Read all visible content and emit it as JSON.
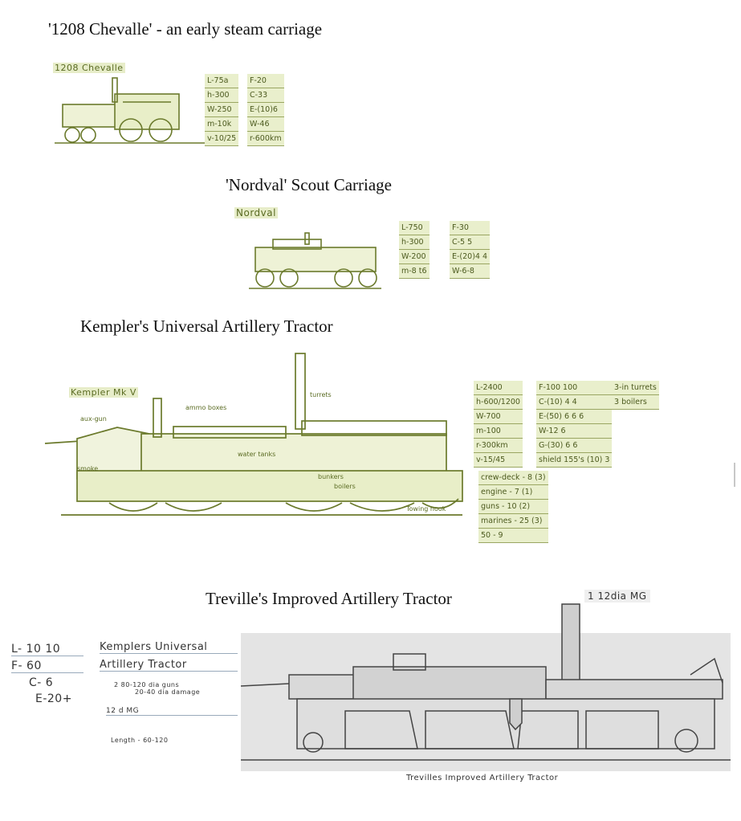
{
  "sections": [
    {
      "title": "'1208 Chevalle'  - an early steam carriage",
      "sketch_label": "1208 Chevalle",
      "specs_left": [
        "L-75a",
        "h-300",
        "W-250",
        "m-10k",
        "v-10/25"
      ],
      "specs_right": [
        "F-20",
        "C-33",
        "E-(10)6",
        "W-46",
        "r-600km"
      ]
    },
    {
      "title": "'Nordval' Scout Carriage",
      "sketch_label": "Nordval",
      "specs_left": [
        "L-750",
        "h-300",
        "W-200",
        "m-8 t6"
      ],
      "specs_right": [
        "F-30",
        "C-5 5",
        "E-(20)4 4",
        "W-6-8"
      ]
    },
    {
      "title": "Kempler's Universal Artillery Tractor",
      "sketch_label": "Kempler Mk V",
      "annotations": [
        "turrets",
        "ammo boxes",
        "water tanks",
        "smoke",
        "bunkers",
        "boilers",
        "Towing hook",
        "aux-gun"
      ],
      "specs_left": [
        "L-2400",
        "h-600/1200",
        "W-700",
        "m-100",
        "r-300km",
        "v-15/45"
      ],
      "specs_mid": [
        "F-100 100",
        "C-(10) 4 4",
        "E-(50) 6 6 6",
        "W-12 6",
        "G-(30) 6 6",
        "shield 155's (10) 3"
      ],
      "specs_far": [
        "3-in turrets",
        "3 boilers"
      ],
      "crew": [
        "crew-deck - 8 (3)",
        "engine - 7 (1)",
        "guns - 10 (2)",
        "marines - 25 (3)",
        "50 - 9"
      ]
    },
    {
      "title": "Treville's Improved Artillery Tractor",
      "top_note": "1  12dia MG",
      "notes_left": [
        "L- 10  10",
        "F- 60",
        "C- 6",
        "E-20+"
      ],
      "notes_card_title": [
        "Kemplers Universal",
        "Artillery Tractor"
      ],
      "notes_card_lines": [
        "2  80-120 dia guns",
        "20-40 dia damage",
        "12 d MG",
        "Length - 60-120"
      ],
      "caption": "Trevilles Improved Artillery Tractor"
    }
  ],
  "colors": {
    "sketch_green": "#6b7a2c",
    "highlight": "#e7edc9",
    "pencil": "#444444"
  }
}
